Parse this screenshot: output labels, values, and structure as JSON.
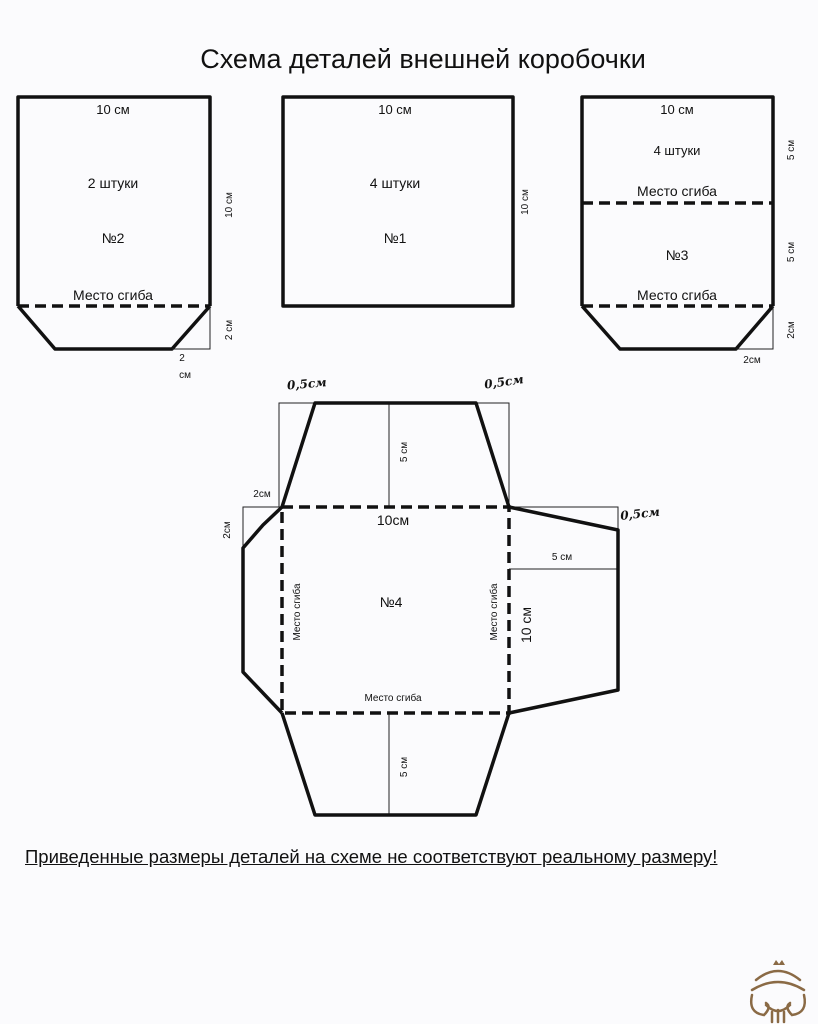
{
  "title": "Схема деталей внешней коробочки",
  "part2": {
    "top": "10 см",
    "qty": "2 штуки",
    "num": "№2",
    "fold": "Место сгиба",
    "side": "10 см",
    "flap_h": "2 см",
    "flap_w_1": "2",
    "flap_w_2": "см"
  },
  "part1": {
    "top": "10 см",
    "qty": "4 штуки",
    "num": "№1",
    "side": "10 см"
  },
  "part3": {
    "top": "10 см",
    "qty": "4 штуки",
    "fold_top": "Место сгиба",
    "num": "№3",
    "fold_bottom": "Место сгиба",
    "side_top": "5 см",
    "side_bottom": "5 см",
    "flap_h": "2см",
    "flap_w": "2см"
  },
  "part4": {
    "offset_left": "0,5см",
    "offset_right": "0,5см",
    "offset_side": "0,5см",
    "left_w": "2см",
    "left_h": "2см",
    "width": "10см",
    "top_h": "5 см",
    "right_w": "5 см",
    "num": "№4",
    "fold_left": "Место сгиба",
    "fold_right": "Место сгиба",
    "height": "10 см",
    "fold_bottom": "Место сгиба",
    "bottom_h": "5 см"
  },
  "note": "Приведенные размеры деталей на схеме не соответствуют реальному размеру!",
  "logo": "lion-crest"
}
